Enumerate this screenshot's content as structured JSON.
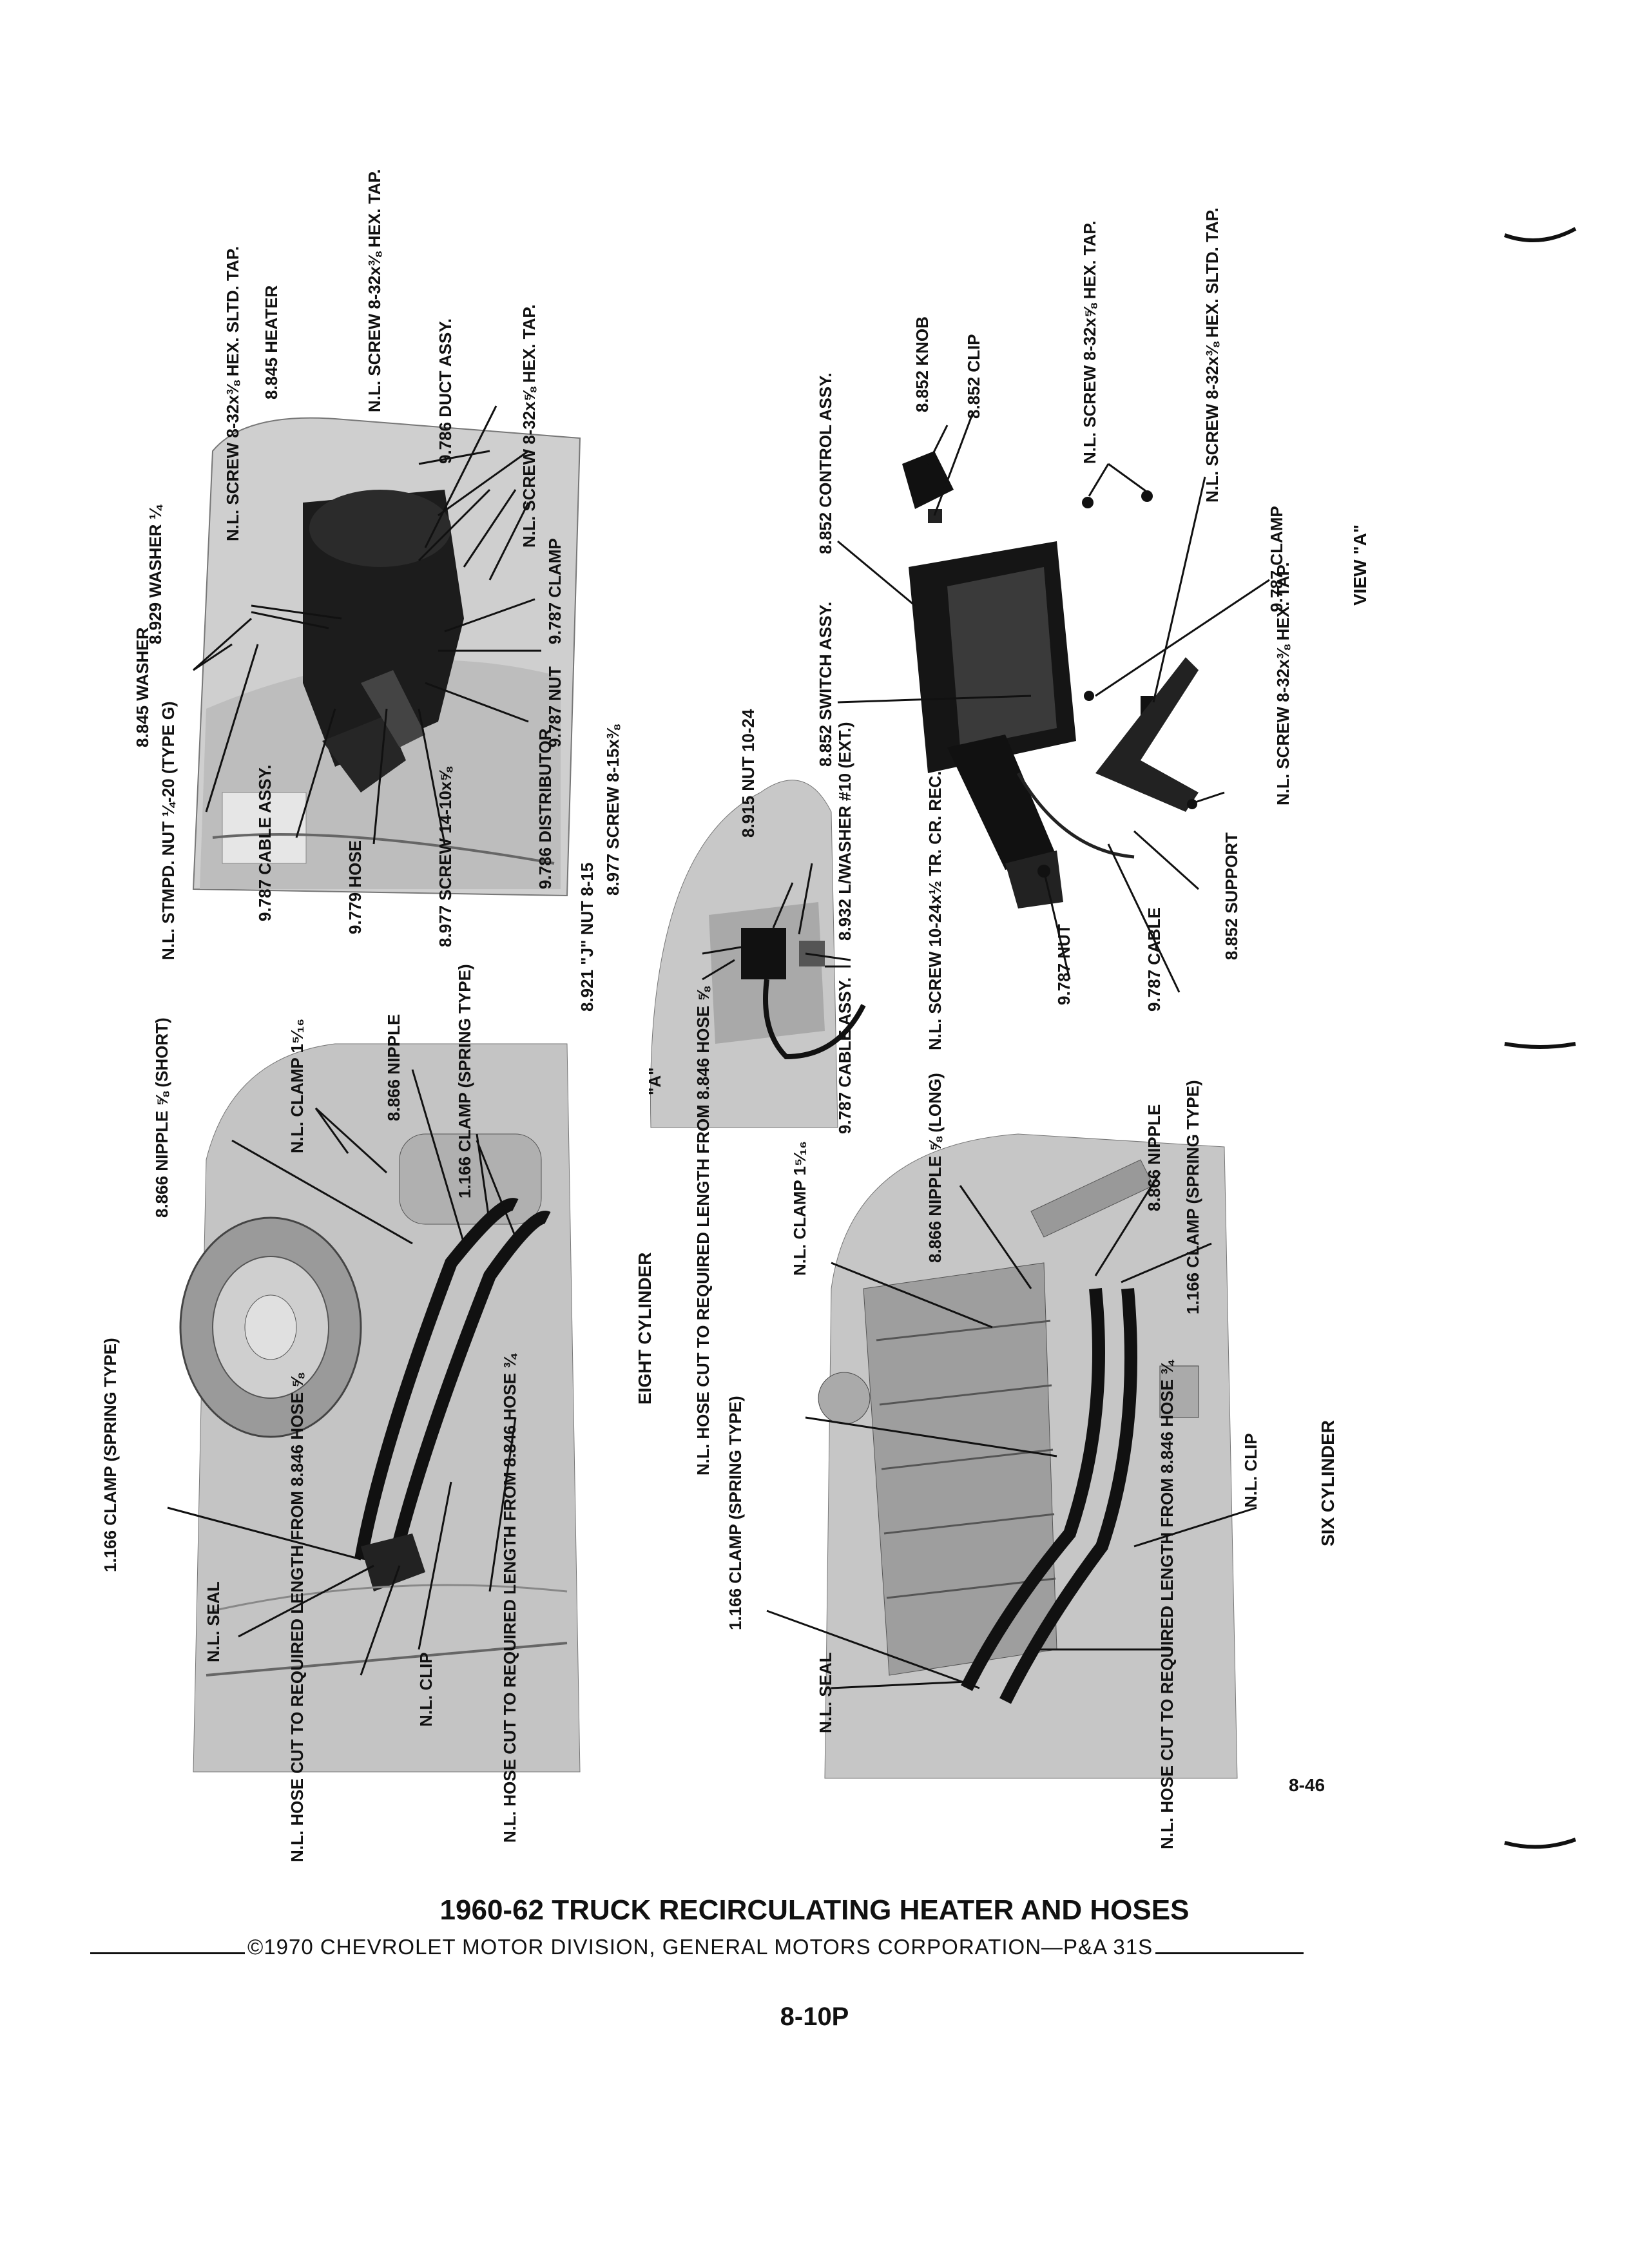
{
  "sheet_number": "8-46",
  "figure_titles": {
    "eight": "EIGHT CYLINDER",
    "six": "SIX CYLINDER",
    "view_a": "VIEW \"A\"",
    "a_marker": "\"A\""
  },
  "heater_callouts": [
    "8.845 WASHER",
    "8.929 WASHER ¼",
    "N.L. SCREW 8-32x⅜ HEX. SLTD. TAP.",
    "8.845 HEATER",
    "N.L. SCREW 8-32x⅜ HEX. TAP.",
    "9.786 DUCT ASSY.",
    "N.L. SCREW 8-32x⅝ HEX. TAP.",
    "9.787 CLAMP",
    "9.787 NUT",
    "9.786 DISTRIBUTOR",
    "8.977 SCREW 14-10x⅝",
    "9.779 HOSE",
    "9.787 CABLE ASSY.",
    "N.L. STMPD. NUT ¼-20 (TYPE G)"
  ],
  "control_callouts": [
    "8.852 KNOB",
    "8.852 CLIP",
    "8.852 CONTROL ASSY.",
    "N.L. SCREW 8-32x⅝ HEX. TAP.",
    "N.L. SCREW 8-32x⅜ HEX. SLTD. TAP.",
    "8.852 SWITCH ASSY.",
    "9.787 CLAMP",
    "N.L. SCREW 8-32x⅜ HEX. TAP.",
    "8.852 SUPPORT",
    "9.787 CABLE",
    "9.787 NUT"
  ],
  "switch_callouts": [
    "8.977 SCREW 8-15x⅜",
    "8.915 NUT 10-24",
    "8.932 L/WASHER #10 (EXT.)",
    "N.L. SCREW 10-24x½ TR. CR. REC.",
    "8.921 \"J\" NUT 8-15",
    "9.787 CABLE ASSY."
  ],
  "eight_callouts": [
    "8.866 NIPPLE ⅝ (SHORT)",
    "N.L. CLAMP 1⁵⁄₁₆",
    "8.866 NIPPLE",
    "1.166 CLAMP (SPRING TYPE)",
    "1.166 CLAMP (SPRING TYPE)",
    "N.L. SEAL",
    "N.L. HOSE CUT TO REQUIRED LENGTH FROM 8.846 HOSE ⅝",
    "N.L. CLIP",
    "N.L. HOSE CUT TO REQUIRED LENGTH FROM 8.846 HOSE ¾"
  ],
  "six_callouts": [
    "N.L. CLAMP 1⁵⁄₁₆",
    "8.866 NIPPLE ⅝ (LONG)",
    "8.866 NIPPLE",
    "1.166 CLAMP (SPRING TYPE)",
    "N.L. HOSE CUT TO REQUIRED LENGTH FROM 8.846 HOSE ⅝",
    "1.166 CLAMP (SPRING TYPE)",
    "N.L. CLIP",
    "N.L. SEAL",
    "N.L. HOSE CUT TO REQUIRED LENGTH FROM 8.846 HOSE ¾"
  ],
  "footer": {
    "title": "1960-62 TRUCK RECIRCULATING HEATER AND HOSES",
    "copyright": "©1970 CHEVROLET MOTOR DIVISION, GENERAL MOTORS CORPORATION—P&A 31S",
    "page": "8-10P"
  }
}
